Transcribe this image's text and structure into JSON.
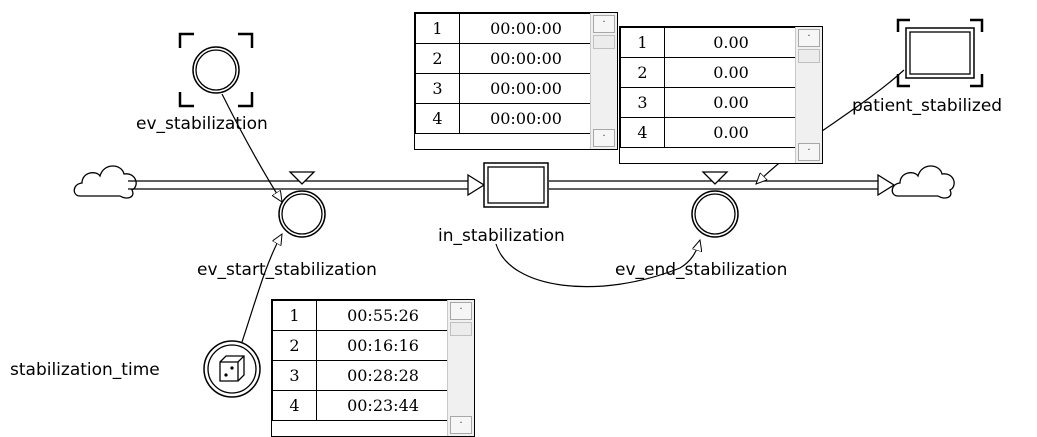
{
  "colors": {
    "line": "#000000",
    "background": "#ffffff",
    "scroll_track": "#f0f0f0"
  },
  "nodes": {
    "ev_stabilization": {
      "label": "ev_stabilization",
      "icon": "event-circle-icon"
    },
    "ev_start_stabilization": {
      "label": "ev_start_stabilization",
      "icon": "event-circle-icon"
    },
    "in_stabilization": {
      "label": "in_stabilization",
      "icon": "stock-box-icon"
    },
    "ev_end_stabilization": {
      "label": "ev_end_stabilization",
      "icon": "event-circle-icon"
    },
    "patient_stabilized": {
      "label": "patient_stabilized",
      "icon": "stock-box-icon"
    },
    "stabilization_time": {
      "label": "stabilization_time",
      "icon": "dice-icon"
    }
  },
  "tables": {
    "in_stabilization": {
      "rows": [
        {
          "index": "1",
          "value": "00:00:00"
        },
        {
          "index": "2",
          "value": "00:00:00"
        },
        {
          "index": "3",
          "value": "00:00:00"
        },
        {
          "index": "4",
          "value": "00:00:00"
        }
      ]
    },
    "patient_stabilized": {
      "rows": [
        {
          "index": "1",
          "value": "0.00"
        },
        {
          "index": "2",
          "value": "0.00"
        },
        {
          "index": "3",
          "value": "0.00"
        },
        {
          "index": "4",
          "value": "0.00"
        }
      ]
    },
    "stabilization_time": {
      "rows": [
        {
          "index": "1",
          "value": "00:55:26"
        },
        {
          "index": "2",
          "value": "00:16:16"
        },
        {
          "index": "3",
          "value": "00:28:28"
        },
        {
          "index": "4",
          "value": "00:23:44"
        }
      ]
    }
  },
  "scroll_glyphs": {
    "up": "·",
    "down": "·"
  }
}
